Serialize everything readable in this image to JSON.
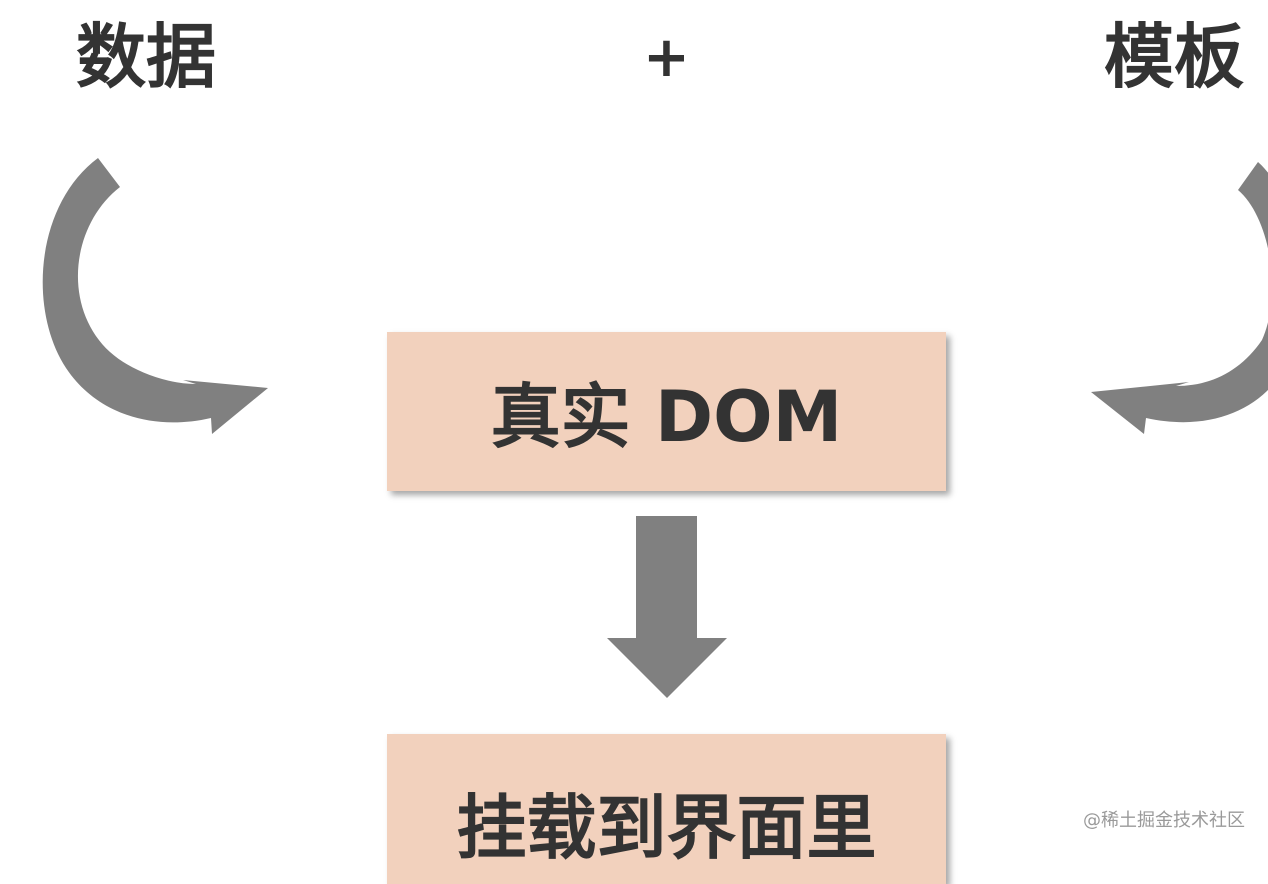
{
  "diagram": {
    "left_label": "数据",
    "plus": "+",
    "right_label": "模板",
    "box_real_dom": "真实 DOM",
    "box_mount": "挂载到界面里"
  },
  "watermark": "@稀土掘金技术社区",
  "colors": {
    "box_fill": "#f2d1bd",
    "arrow_fill": "#808080",
    "text": "#333333"
  }
}
